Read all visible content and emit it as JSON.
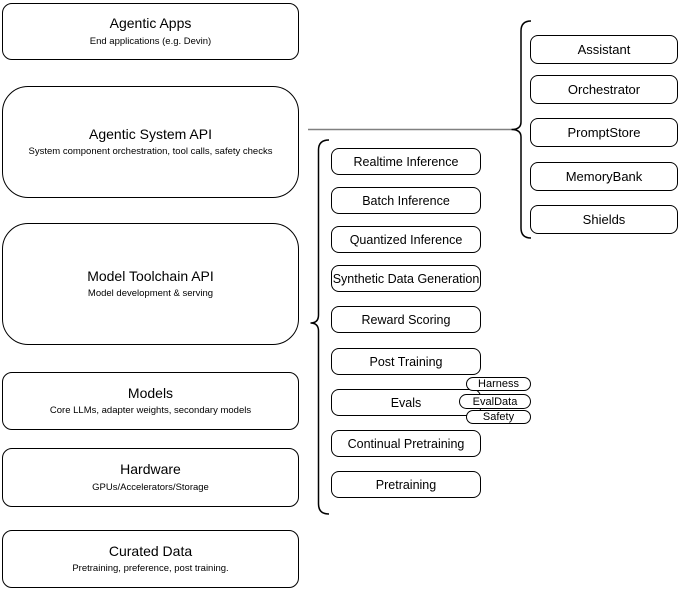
{
  "diagram": {
    "left_column": [
      {
        "title": "Agentic Apps",
        "subtitle": "End applications (e.g. Devin)"
      },
      {
        "title": "Agentic System API",
        "subtitle": "System component orchestration, tool calls, safety checks"
      },
      {
        "title": "Model Toolchain API",
        "subtitle": "Model development & serving"
      },
      {
        "title": "Models",
        "subtitle": "Core LLMs, adapter weights, secondary models"
      },
      {
        "title": "Hardware",
        "subtitle": "GPUs/Accelerators/Storage"
      },
      {
        "title": "Curated Data",
        "subtitle": "Pretraining, preference, post training."
      }
    ],
    "toolchain_components": [
      "Realtime Inference",
      "Batch Inference",
      "Quantized Inference",
      "Synthetic Data Generation",
      "Reward Scoring",
      "Post Training",
      "Evals",
      "Continual Pretraining",
      "Pretraining"
    ],
    "eval_tags": [
      "Harness",
      "EvalData",
      "Safety"
    ],
    "system_components": [
      "Assistant",
      "Orchestrator",
      "PromptStore",
      "MemoryBank",
      "Shields"
    ],
    "colors": {
      "stroke": "#000000",
      "connector": "#808080",
      "background": "#ffffff"
    }
  }
}
